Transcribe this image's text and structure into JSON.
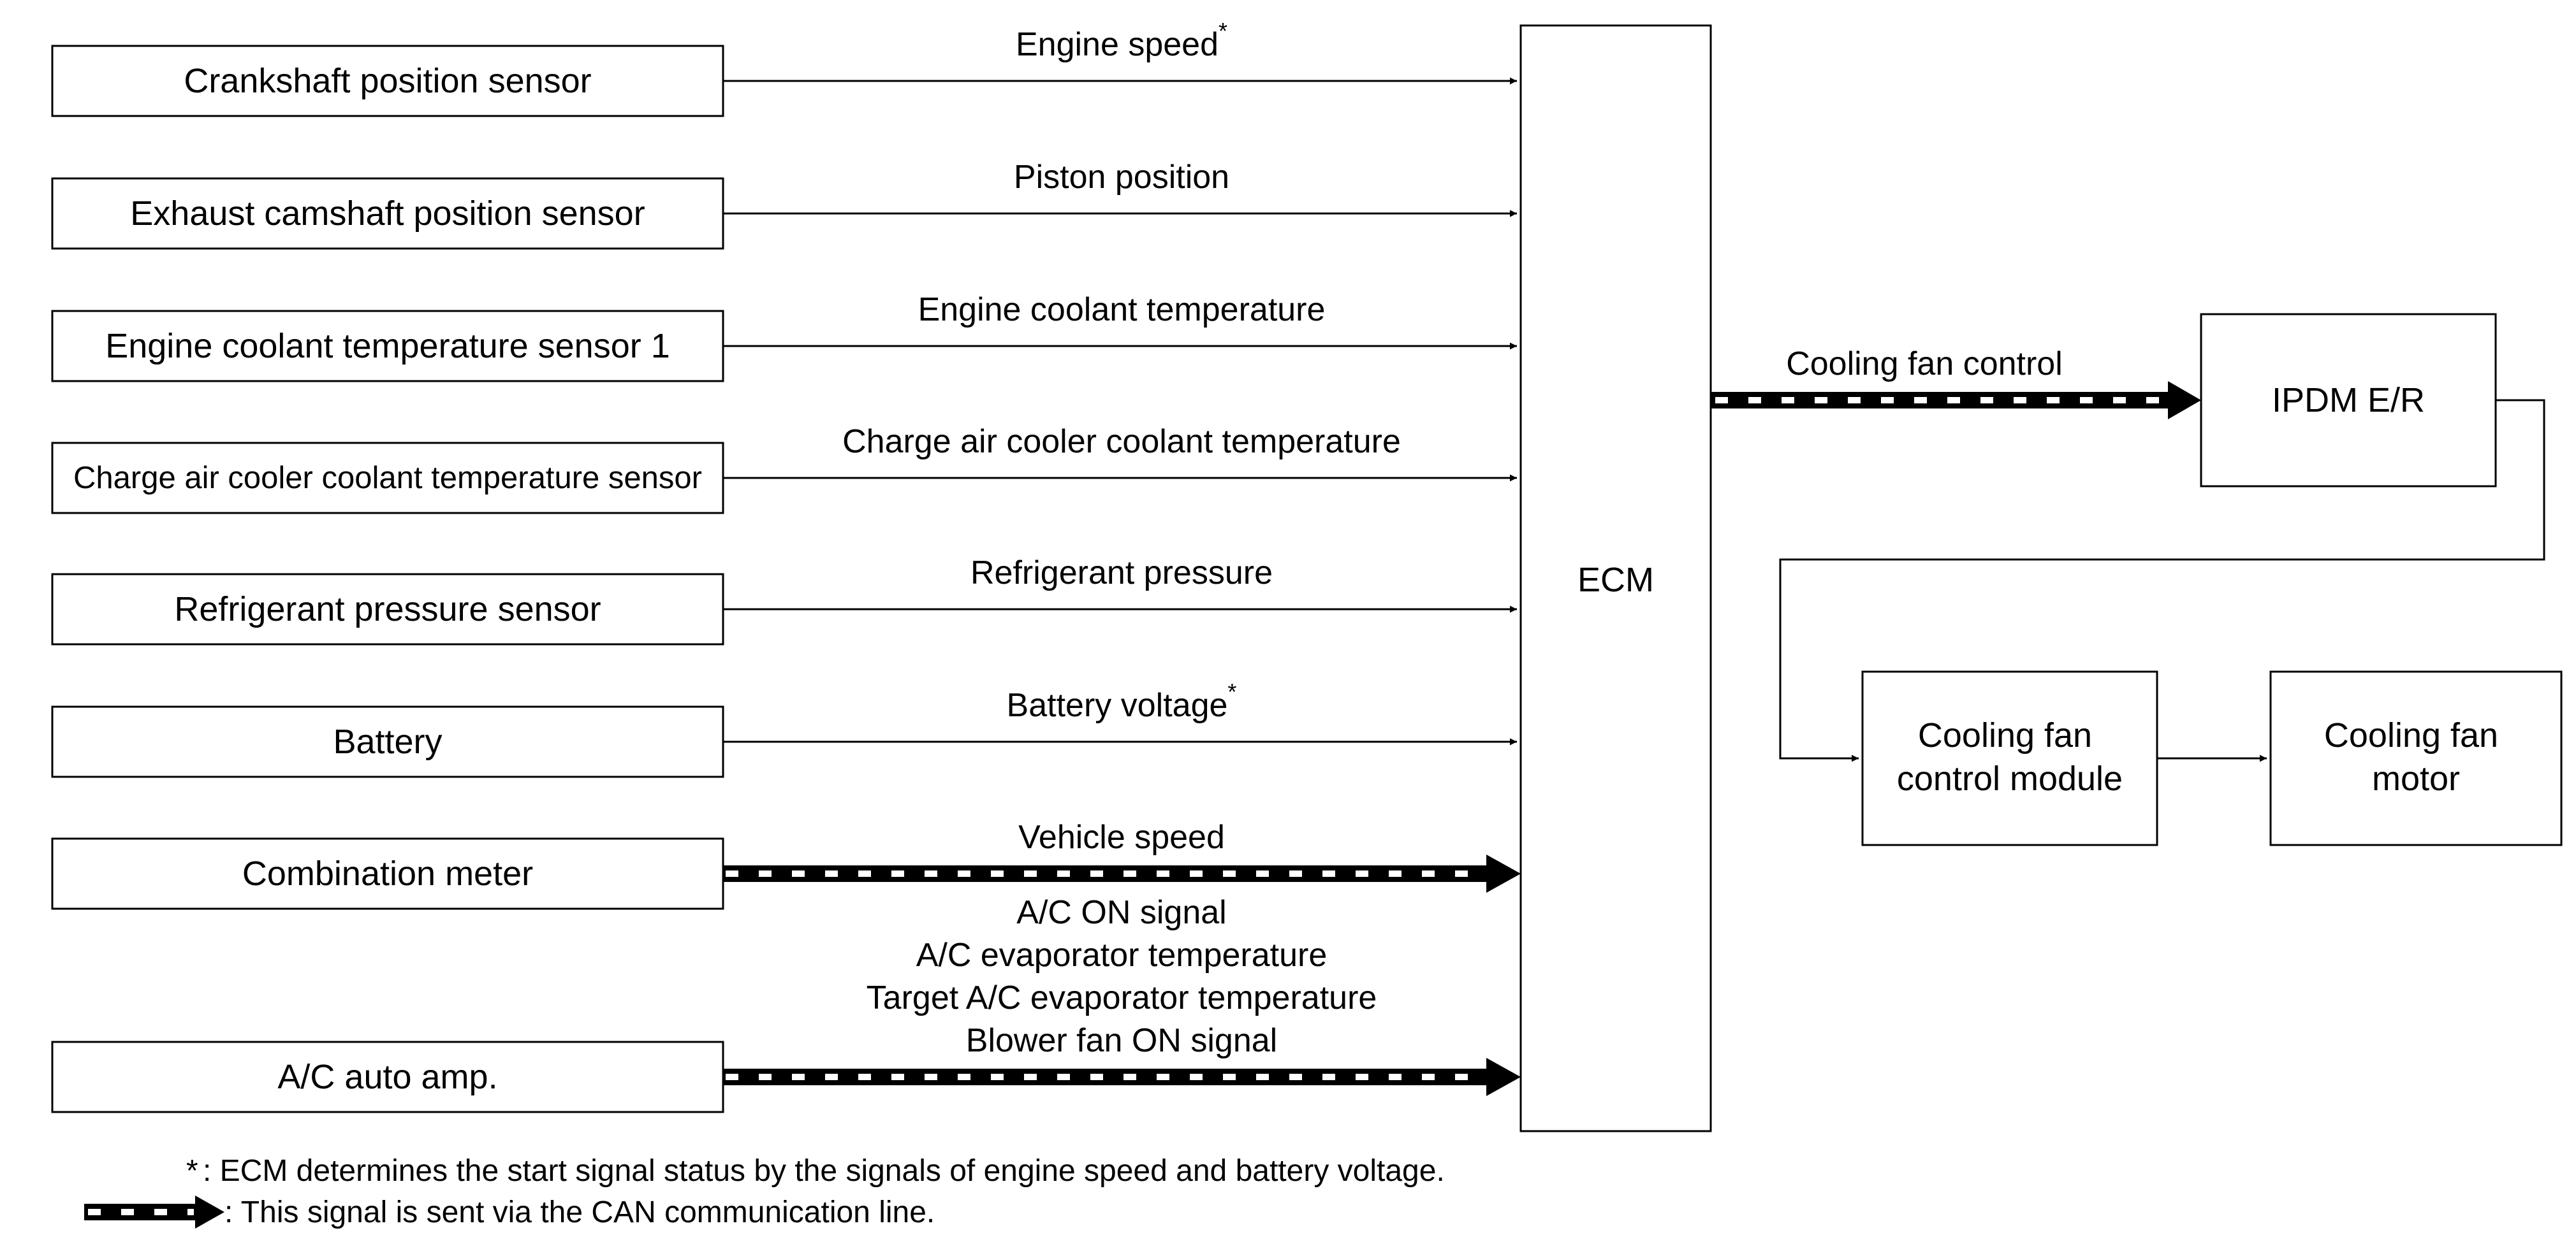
{
  "diagram": {
    "inputs": [
      {
        "id": "crankshaft",
        "label": "Crankshaft position sensor",
        "signal": "Engine speed",
        "signal_marker": "*",
        "can": false
      },
      {
        "id": "exhaust-camshaft",
        "label": "Exhaust camshaft position sensor",
        "signal": "Piston position",
        "can": false
      },
      {
        "id": "coolant-temp",
        "label": "Engine coolant temperature sensor 1",
        "signal": "Engine coolant temperature",
        "can": false
      },
      {
        "id": "charge-air",
        "label": "Charge air cooler coolant temperature sensor",
        "signal": "Charge air cooler coolant temperature",
        "can": false
      },
      {
        "id": "refrigerant",
        "label": "Refrigerant pressure sensor",
        "signal": "Refrigerant pressure",
        "can": false
      },
      {
        "id": "battery",
        "label": "Battery",
        "signal": "Battery voltage",
        "signal_marker": "*",
        "can": false
      },
      {
        "id": "combination-meter",
        "label": "Combination meter",
        "signal": "Vehicle speed",
        "can": true
      },
      {
        "id": "ac-auto-amp",
        "label": "A/C auto amp.",
        "signals": [
          "A/C ON signal",
          "A/C evaporator temperature",
          "Target A/C evaporator temperature",
          "Blower fan ON signal"
        ],
        "can": true
      }
    ],
    "ecm": {
      "label": "ECM"
    },
    "output": {
      "signal": "Cooling fan control",
      "can": true
    },
    "ipdm": {
      "label": "IPDM E/R"
    },
    "fan_control_module": {
      "label_lines": [
        "Cooling fan",
        "control module"
      ]
    },
    "fan_motor": {
      "label_lines": [
        "Cooling fan",
        "motor"
      ]
    },
    "legend": {
      "note_marker": "*",
      "note": ": ECM determines the start signal status by the signals of engine speed and battery voltage.",
      "can_text": ": This signal is sent via the CAN communication line."
    }
  }
}
